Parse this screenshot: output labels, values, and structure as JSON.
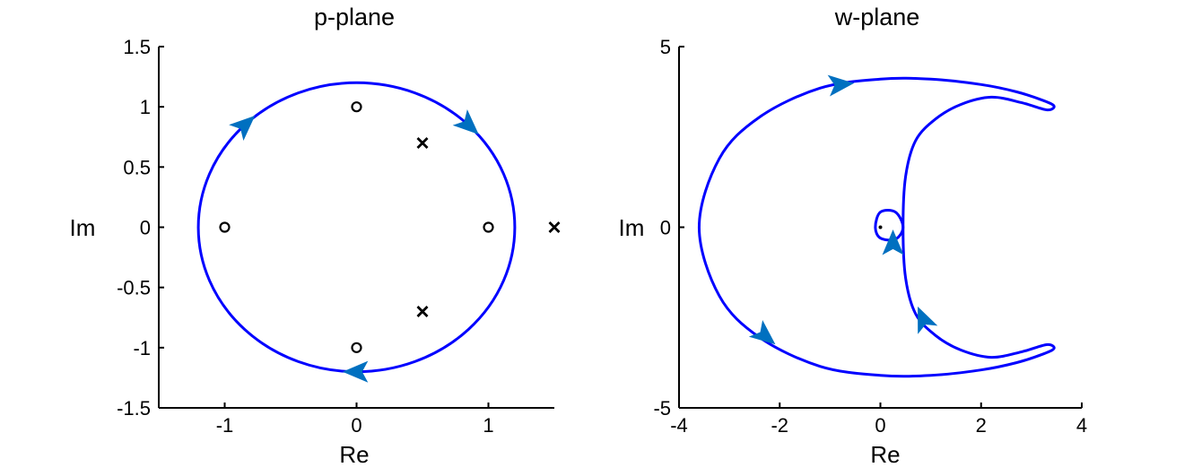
{
  "chart_data": [
    {
      "type": "scatter",
      "title": "p-plane",
      "xlabel": "Re",
      "ylabel": "Im",
      "xlim": [
        -1.5,
        1.5
      ],
      "ylim": [
        -1.5,
        1.5
      ],
      "xticks": [
        -1,
        0,
        1
      ],
      "yticks": [
        1.5,
        1,
        0.5,
        0,
        -0.5,
        -1,
        -1.5
      ],
      "xtick_labels": [
        "-1",
        "0",
        "1"
      ],
      "ytick_labels": [
        "1.5",
        "1",
        "0.5",
        "0",
        "-0.5",
        "-1",
        "-1.5"
      ],
      "grid": false,
      "contour": {
        "shape": "circle",
        "center": [
          0,
          0
        ],
        "radius": 1.2,
        "direction": "clockwise",
        "color": "#0000ff",
        "arrow_color": "#0070c0",
        "arrow_angles_deg": [
          135,
          45,
          -90
        ]
      },
      "zeros": [
        {
          "x": 0,
          "y": 1
        },
        {
          "x": -1,
          "y": 0
        },
        {
          "x": 1,
          "y": 0
        },
        {
          "x": 0,
          "y": -1
        }
      ],
      "poles": [
        {
          "x": 0.5,
          "y": 0.7
        },
        {
          "x": 0.5,
          "y": -0.7
        },
        {
          "x": 1.5,
          "y": 0
        }
      ]
    },
    {
      "type": "line",
      "title": "w-plane",
      "xlabel": "Re",
      "ylabel": "Im",
      "xlim": [
        -4,
        4
      ],
      "ylim": [
        -5,
        5
      ],
      "xticks": [
        -4,
        -2,
        0,
        2,
        4
      ],
      "yticks": [
        5,
        0,
        -5
      ],
      "xtick_labels": [
        "-4",
        "-2",
        "0",
        "2",
        "4"
      ],
      "ytick_labels": [
        "5",
        "0",
        "-5"
      ],
      "grid": false,
      "line_color": "#0000ff",
      "arrow_color": "#0070c0",
      "origin_marker": {
        "x": 0,
        "y": 0
      },
      "series": [
        {
          "values": [
            {
              "x": 0.45,
              "y": 0.0
            },
            {
              "x": 0.5,
              "y": -1.4
            },
            {
              "x": 0.7,
              "y": -2.4
            },
            {
              "x": 1.1,
              "y": -3.0
            },
            {
              "x": 1.6,
              "y": -3.4
            },
            {
              "x": 2.2,
              "y": -3.6
            },
            {
              "x": 2.8,
              "y": -3.45
            },
            {
              "x": 3.3,
              "y": -3.25
            },
            {
              "x": 3.45,
              "y": -3.35
            },
            {
              "x": 3.25,
              "y": -3.5
            },
            {
              "x": 2.7,
              "y": -3.75
            },
            {
              "x": 2.0,
              "y": -3.95
            },
            {
              "x": 1.0,
              "y": -4.1
            },
            {
              "x": 0.0,
              "y": -4.1
            },
            {
              "x": -1.2,
              "y": -3.85
            },
            {
              "x": -2.4,
              "y": -3.05
            },
            {
              "x": -3.2,
              "y": -1.9
            },
            {
              "x": -3.6,
              "y": 0.0
            },
            {
              "x": -3.2,
              "y": 1.9
            },
            {
              "x": -2.4,
              "y": 3.05
            },
            {
              "x": -1.2,
              "y": 3.85
            },
            {
              "x": 0.0,
              "y": 4.1
            },
            {
              "x": 1.0,
              "y": 4.1
            },
            {
              "x": 2.0,
              "y": 3.95
            },
            {
              "x": 2.7,
              "y": 3.75
            },
            {
              "x": 3.25,
              "y": 3.5
            },
            {
              "x": 3.45,
              "y": 3.35
            },
            {
              "x": 3.3,
              "y": 3.25
            },
            {
              "x": 2.8,
              "y": 3.45
            },
            {
              "x": 2.2,
              "y": 3.6
            },
            {
              "x": 1.6,
              "y": 3.4
            },
            {
              "x": 1.1,
              "y": 3.0
            },
            {
              "x": 0.7,
              "y": 2.4
            },
            {
              "x": 0.5,
              "y": 1.4
            },
            {
              "x": 0.45,
              "y": 0.0
            }
          ]
        },
        {
          "values": [
            {
              "x": 0.45,
              "y": 0.0
            },
            {
              "x": 0.3,
              "y": -0.33
            },
            {
              "x": 0.0,
              "y": -0.3
            },
            {
              "x": -0.1,
              "y": 0.0
            },
            {
              "x": 0.0,
              "y": 0.42
            },
            {
              "x": 0.3,
              "y": 0.42
            },
            {
              "x": 0.45,
              "y": 0.0
            }
          ]
        }
      ],
      "arrows": [
        {
          "x": -0.8,
          "y": 3.95,
          "dx": 1.0,
          "dy": 0.1
        },
        {
          "x": -2.3,
          "y": -3.0,
          "dx": 0.55,
          "dy": -0.45
        },
        {
          "x": 0.85,
          "y": -2.55,
          "dx": -0.3,
          "dy": 0.7
        },
        {
          "x": 0.25,
          "y": -0.45,
          "dx": 0.0,
          "dy": 1.0
        }
      ]
    }
  ]
}
